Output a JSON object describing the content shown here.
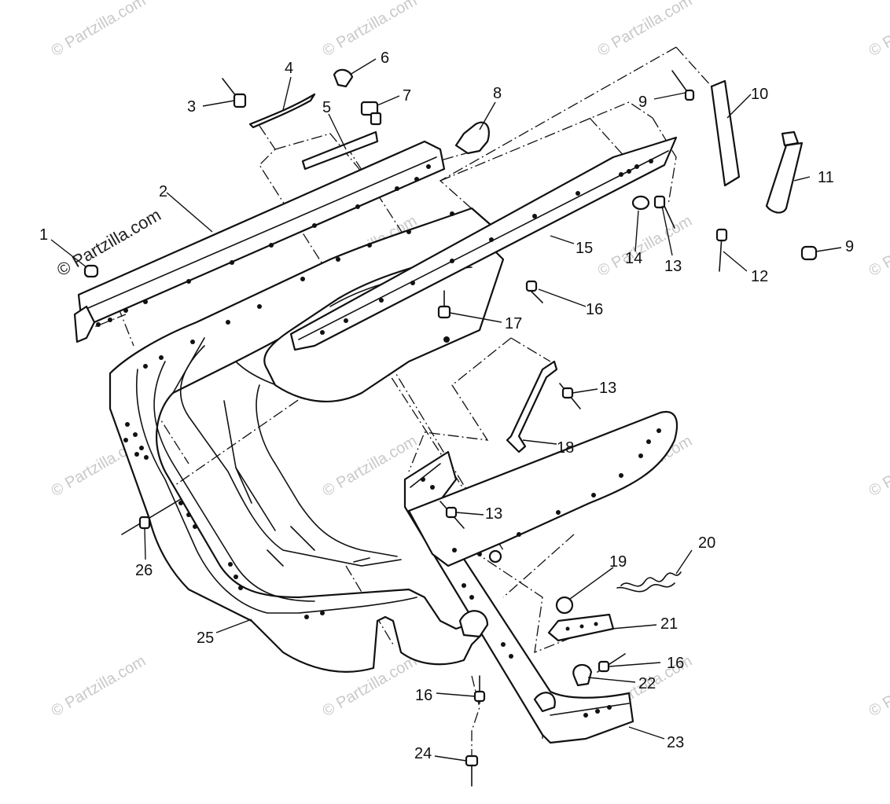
{
  "watermark": {
    "text": "© Partzilla.com",
    "side_text": "© Partzilla.com",
    "color": "#c9c9c9"
  },
  "callouts": [
    "1",
    "2",
    "3",
    "4",
    "5",
    "6",
    "7",
    "8",
    "9",
    "10",
    "11",
    "9",
    "12",
    "13",
    "14",
    "15",
    "16",
    "17",
    "13",
    "18",
    "13",
    "19",
    "20",
    "21",
    "16",
    "22",
    "16",
    "23",
    "24",
    "25",
    "26"
  ],
  "colors": {
    "line": "#111111",
    "background": "#ffffff"
  }
}
